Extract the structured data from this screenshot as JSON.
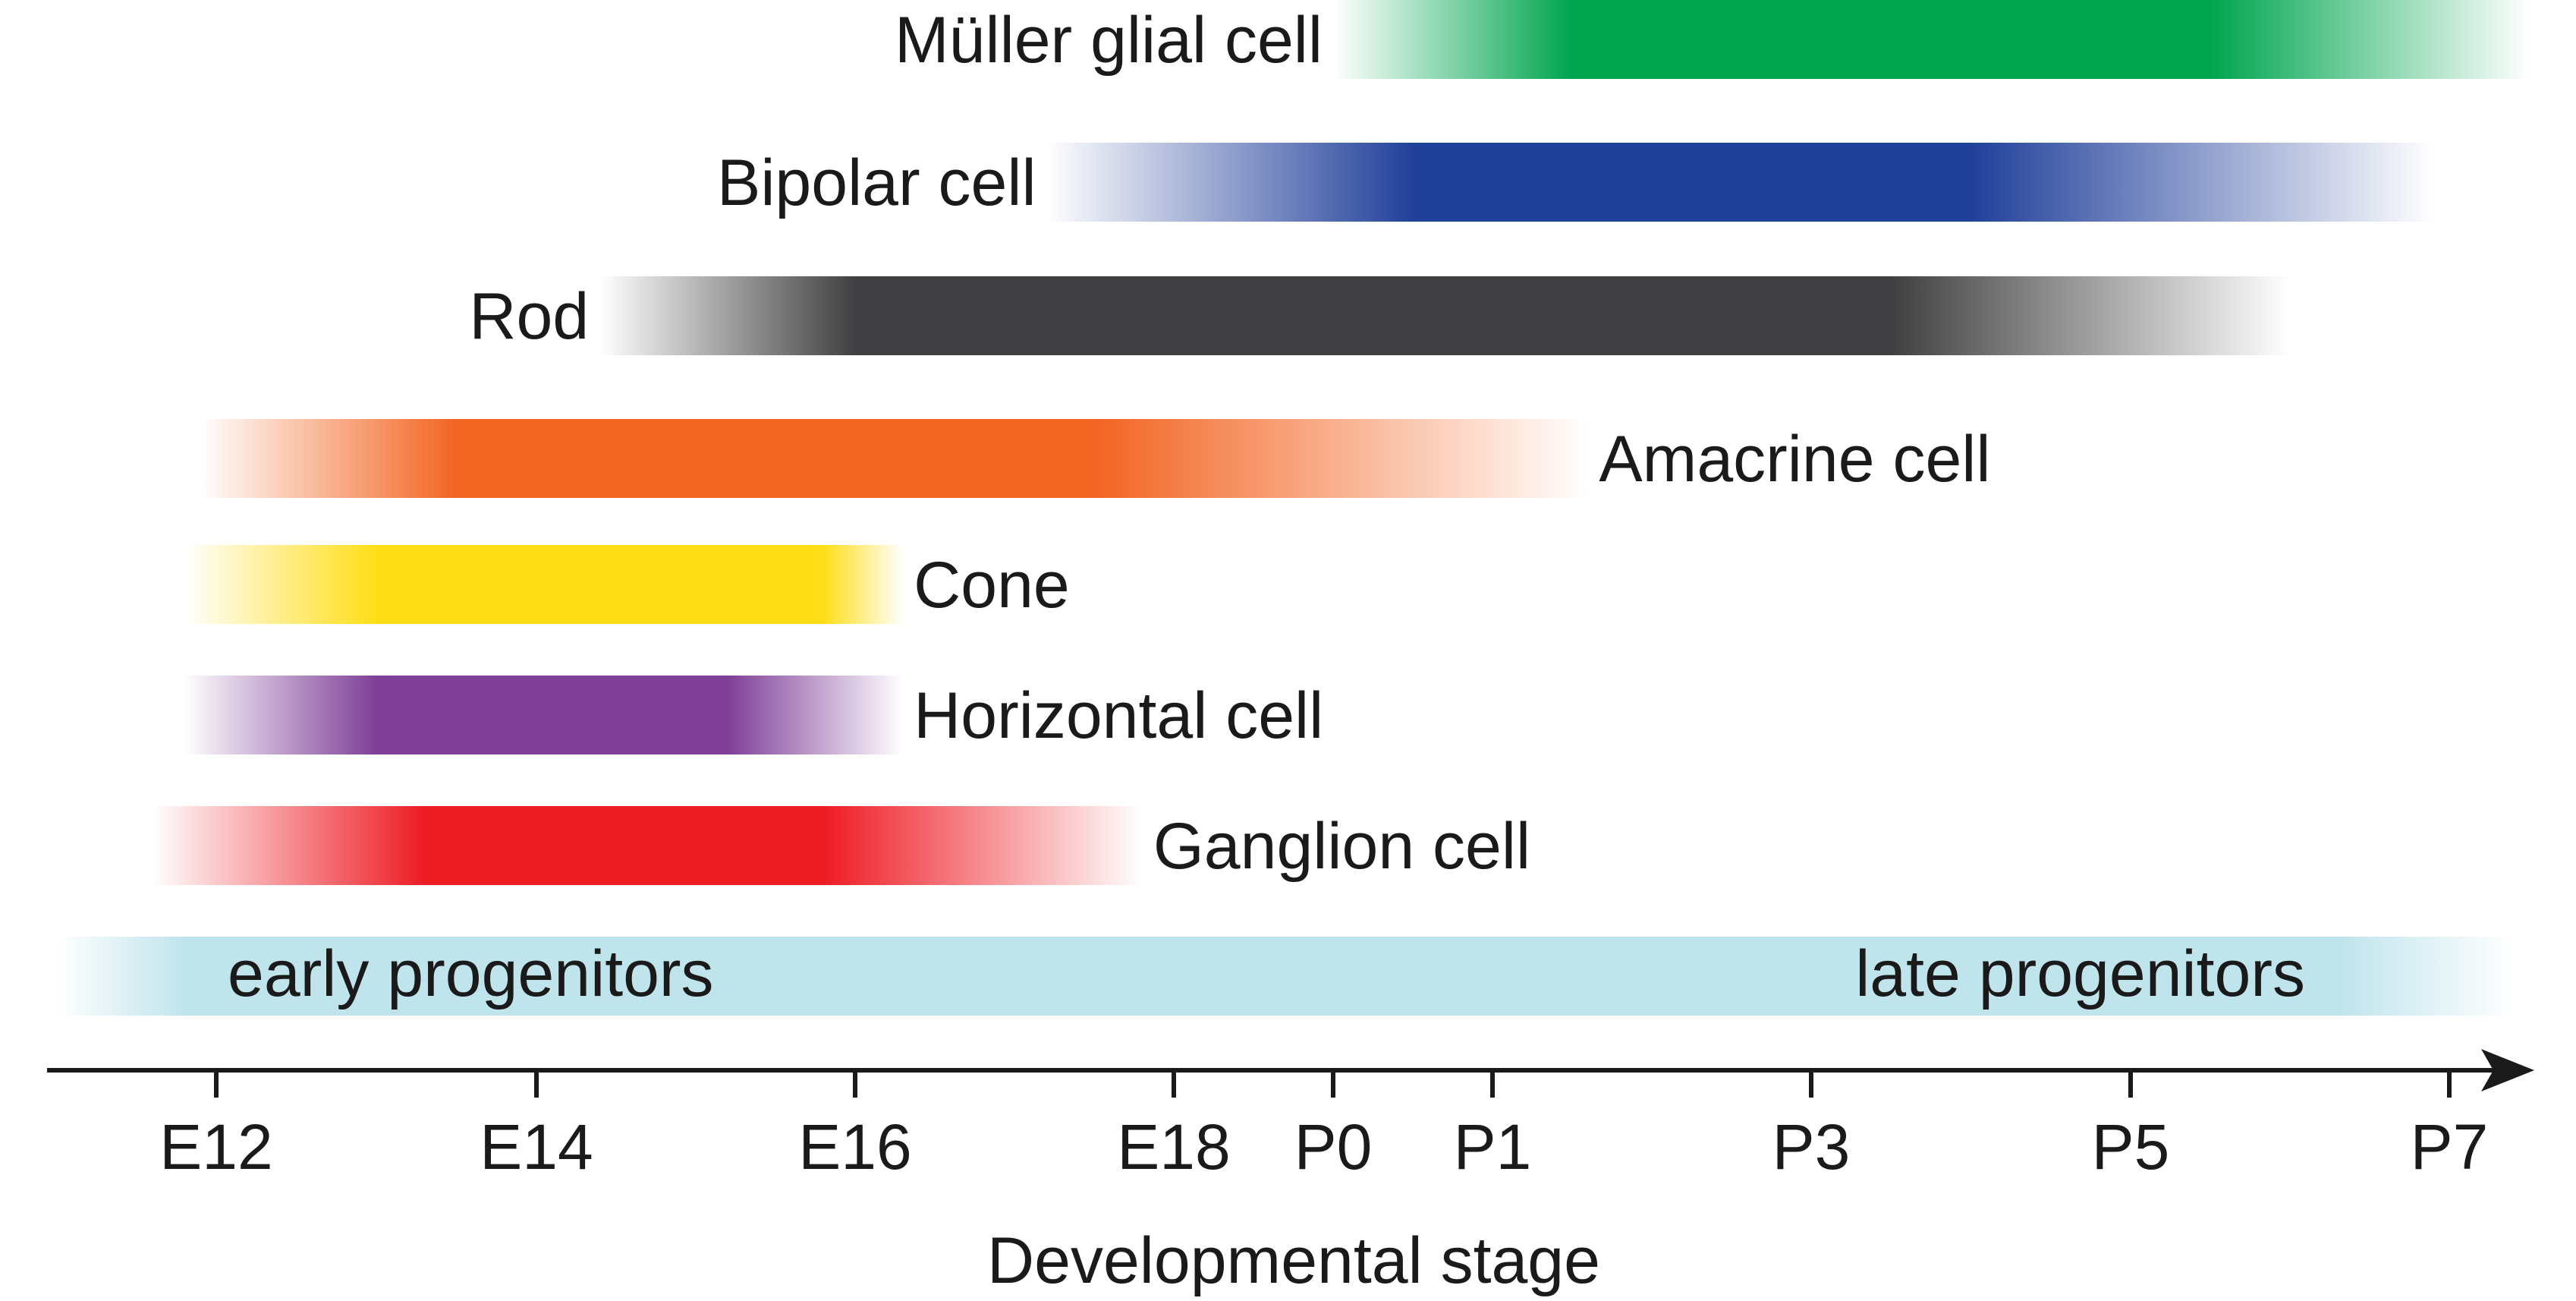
{
  "chart_data": {
    "type": "range-bar",
    "title": "",
    "xlabel": "Developmental stage",
    "ylabel": "",
    "x_ticks": [
      "E12",
      "E14",
      "E16",
      "E18",
      "P0",
      "P1",
      "P3",
      "P5",
      "P7"
    ],
    "x_range": [
      "E11",
      "P7.5"
    ],
    "grid": false,
    "bars": [
      {
        "label": "Müller glial cell",
        "start": "P0",
        "end": "P7.5",
        "peak_start": "P1.5",
        "peak_end": "P5.5",
        "color": "#00a54f",
        "label_side": "left"
      },
      {
        "label": "Bipolar cell",
        "start": "E17.2",
        "end": "P6.9",
        "peak_start": "P0.5",
        "peak_end": "P4",
        "color": "#21409a",
        "label_side": "left"
      },
      {
        "label": "Rod",
        "start": "E14.4",
        "end": "P6",
        "peak_start": "E16",
        "peak_end": "P3.5",
        "color": "#404042",
        "label_side": "left"
      },
      {
        "label": "Amacrine cell",
        "start": "E11.9",
        "end": "P1.6",
        "peak_start": "E13.5",
        "peak_end": "E17.5",
        "color": "#f26522",
        "label_side": "right"
      },
      {
        "label": "Cone",
        "start": "E11.8",
        "end": "E16.3",
        "peak_start": "E13",
        "peak_end": "E15.8",
        "color": "#ffde17",
        "label_side": "right"
      },
      {
        "label": "Horizontal cell",
        "start": "E11.8",
        "end": "E16.3",
        "peak_start": "E13",
        "peak_end": "E15.2",
        "color": "#7f3f98",
        "label_side": "right"
      },
      {
        "label": "Ganglion cell",
        "start": "E11.6",
        "end": "E17.8",
        "peak_start": "E13.3",
        "peak_end": "E15.8",
        "color": "#ed1c24",
        "label_side": "right"
      }
    ],
    "progenitors": {
      "early_label": "early progenitors",
      "late_label": "late progenitors",
      "start": "E11",
      "end": "P7.4",
      "color": "#bfe4ec"
    },
    "colors": {
      "axis": "#1a1a1a",
      "text": "#1a1a1a",
      "background": "#ffffff"
    }
  }
}
